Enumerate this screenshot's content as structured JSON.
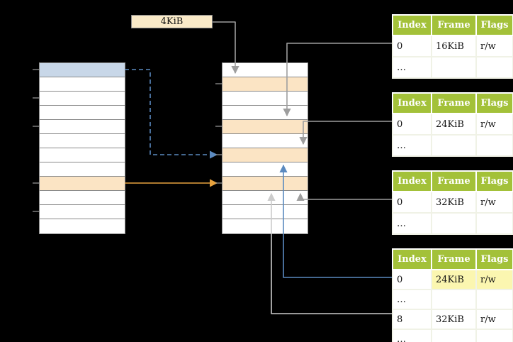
{
  "label_box": {
    "text": "4KiB"
  },
  "columns": {
    "left": {
      "rows": 12,
      "highlights": {
        "0": "blue",
        "8": "orange"
      }
    },
    "middle": {
      "rows": 12,
      "highlights": {
        "1": "orange",
        "4": "orange",
        "6": "orange",
        "8": "orange"
      }
    }
  },
  "tables": [
    {
      "name": "page-table-1",
      "headers": [
        "Index",
        "Frame",
        "Flags"
      ],
      "rows": [
        {
          "cells": [
            "0",
            "16KiB",
            "r/w"
          ],
          "highlight": [
            false,
            false,
            false
          ]
        },
        {
          "cells": [
            "…",
            "",
            ""
          ],
          "highlight": [
            false,
            false,
            false
          ]
        }
      ]
    },
    {
      "name": "page-table-2",
      "headers": [
        "Index",
        "Frame",
        "Flags"
      ],
      "rows": [
        {
          "cells": [
            "0",
            "24KiB",
            "r/w"
          ],
          "highlight": [
            false,
            false,
            false
          ]
        },
        {
          "cells": [
            "…",
            "",
            ""
          ],
          "highlight": [
            false,
            false,
            false
          ]
        }
      ]
    },
    {
      "name": "page-table-3",
      "headers": [
        "Index",
        "Frame",
        "Flags"
      ],
      "rows": [
        {
          "cells": [
            "0",
            "32KiB",
            "r/w"
          ],
          "highlight": [
            false,
            false,
            false
          ]
        },
        {
          "cells": [
            "…",
            "",
            ""
          ],
          "highlight": [
            false,
            false,
            false
          ]
        }
      ]
    },
    {
      "name": "page-table-4",
      "headers": [
        "Index",
        "Frame",
        "Flags"
      ],
      "rows": [
        {
          "cells": [
            "0",
            "24KiB",
            "r/w"
          ],
          "highlight": [
            false,
            true,
            true
          ]
        },
        {
          "cells": [
            "…",
            "",
            ""
          ],
          "highlight": [
            false,
            false,
            false
          ]
        },
        {
          "cells": [
            "8",
            "32KiB",
            "r/w"
          ],
          "highlight": [
            false,
            false,
            false
          ]
        },
        {
          "cells": [
            "…",
            "",
            ""
          ],
          "highlight": [
            false,
            false,
            false
          ]
        }
      ]
    }
  ],
  "colors": {
    "background": "#000000",
    "table_header_green": "#a3c139",
    "memory_row_orange": "#fbe4c4",
    "memory_row_blue": "#c8d7e8",
    "highlight_yellow": "#fbf6b0",
    "label_box_cream": "#faeac8",
    "arrow_gray": "#9e9e9e",
    "arrow_light": "#cccccc",
    "arrow_blue": "#5b8ac0",
    "arrow_orange": "#e8a23d",
    "grid_line": "#8a8a8a"
  }
}
